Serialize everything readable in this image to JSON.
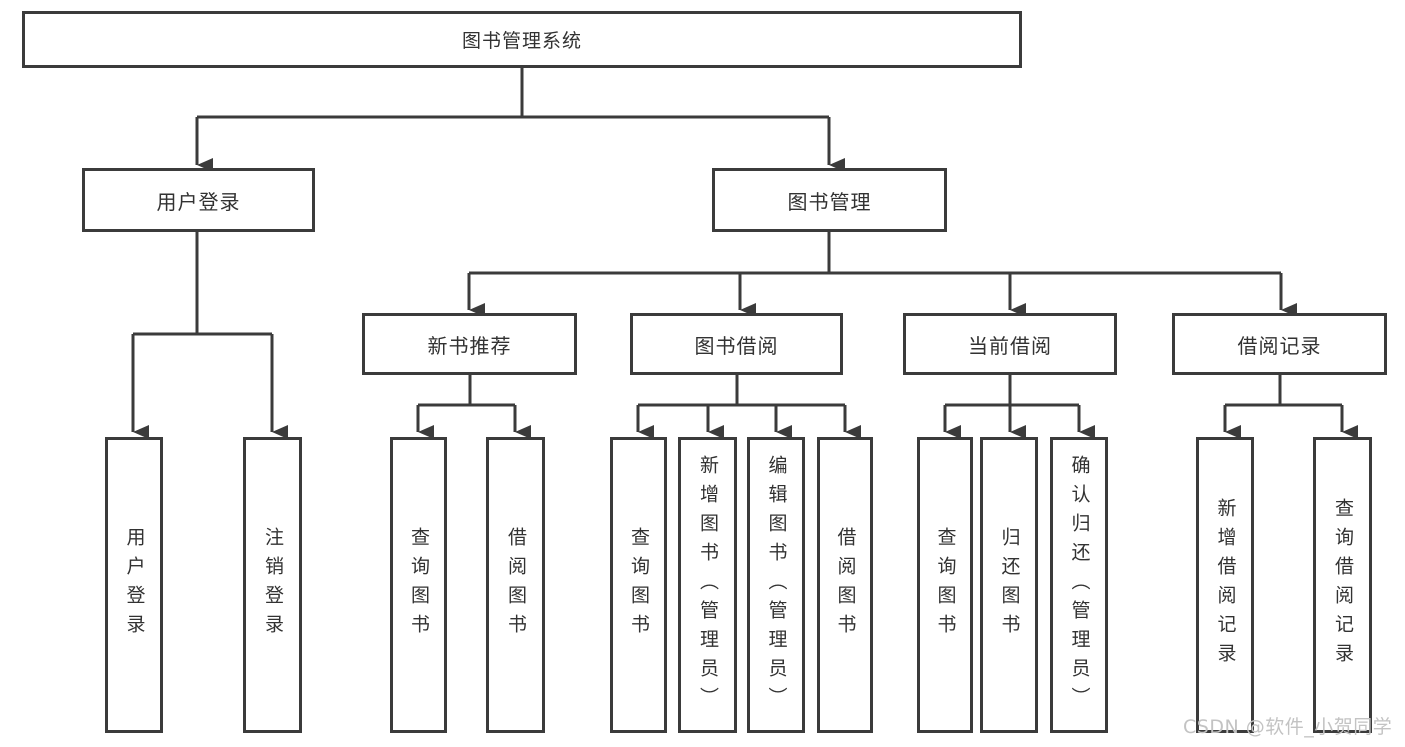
{
  "diagram": {
    "root": {
      "label": "图书管理系统"
    },
    "level2": [
      {
        "label": "用户登录"
      },
      {
        "label": "图书管理"
      }
    ],
    "level3": [
      {
        "label": "新书推荐"
      },
      {
        "label": "图书借阅"
      },
      {
        "label": "当前借阅"
      },
      {
        "label": "借阅记录"
      }
    ],
    "leaves": [
      {
        "label": "用户登录",
        "parent": "用户登录"
      },
      {
        "label": "注销登录",
        "parent": "用户登录"
      },
      {
        "label": "查询图书",
        "parent": "新书推荐"
      },
      {
        "label": "借阅图书",
        "parent": "新书推荐"
      },
      {
        "label": "查询图书",
        "parent": "图书借阅"
      },
      {
        "label": "新增图书（管理员）",
        "parent": "图书借阅"
      },
      {
        "label": "编辑图书（管理员）",
        "parent": "图书借阅"
      },
      {
        "label": "借阅图书",
        "parent": "图书借阅"
      },
      {
        "label": "查询图书",
        "parent": "当前借阅"
      },
      {
        "label": "归还图书",
        "parent": "当前借阅"
      },
      {
        "label": "确认归还（管理员）",
        "parent": "当前借阅"
      },
      {
        "label": "新增借阅记录",
        "parent": "借阅记录"
      },
      {
        "label": "查询借阅记录",
        "parent": "借阅记录"
      }
    ],
    "watermark": "CSDN @软件_小贺同学",
    "colors": {
      "line": "#3b3b3b",
      "border": "#3b3b3b",
      "text": "#323232",
      "watermark": "#c3c3c3",
      "background": "#ffffff"
    }
  }
}
